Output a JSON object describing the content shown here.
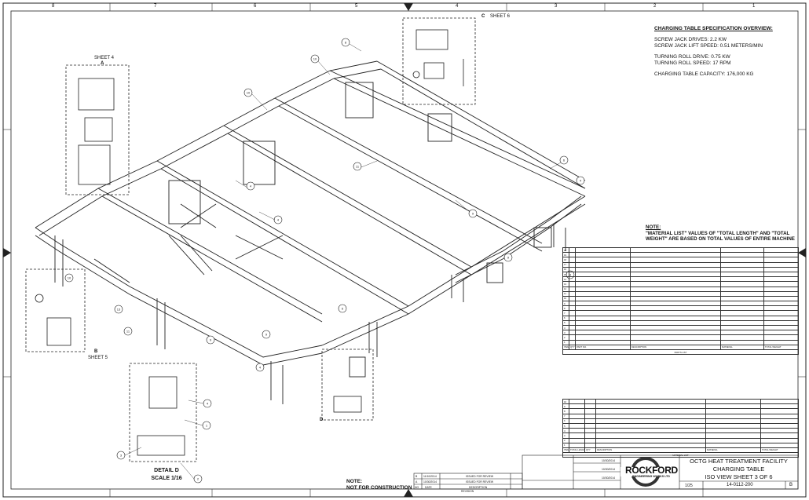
{
  "spec": {
    "title": "CHARGING TABLE SPECIFICATION OVERVIEW:",
    "lines": [
      "SCREW JACK DRIVES: 2.2 KW",
      "SCREW JACK LIFT SPEED: 0.51 METERS/MIN",
      "",
      "TURNING ROLL DRIVE: 0.75 KW",
      "TURNING ROLL SPEED: 17 RPM",
      "",
      "CHARGING TABLE CAPACITY: 176,000 KG"
    ]
  },
  "note": {
    "heading": "NOTE:",
    "text": "\"MATERIAL LIST\" VALUES OF \"TOTAL LENGTH\" AND \"TOTAL WEIGHT\" ARE BASED ON TOTAL VALUES OF ENTIRE MACHINE"
  },
  "labels": {
    "sheet4": "SHEET 4",
    "sheet5": "SHEET 5",
    "sheet6": "SHEET 6",
    "a": "A",
    "b": "B",
    "c": "C",
    "d": "D",
    "detail": "DETAIL  D",
    "scale": "SCALE 1/16",
    "nfc_head": "NOTE:",
    "nfc_text": "NOT FOR CONSTRUCTION"
  },
  "parts_list": {
    "title": "PARTS LIST",
    "headers": [
      "ITEM",
      "QTY",
      "PART NO.",
      "DESCRIPTION",
      "MATERIAL",
      "TOTAL WEIGHT"
    ],
    "row_numbers": [
      "20",
      "19",
      "18",
      "17",
      "16",
      "15",
      "14",
      "13",
      "12",
      "11",
      "10",
      "9",
      "8",
      "7",
      "6",
      "5",
      "4",
      "3",
      "2",
      "1"
    ]
  },
  "material_list": {
    "title": "MATERIAL LIST",
    "headers": [
      "ITEM",
      "TOTAL LENGTH",
      "QTY",
      "DESCRIPTION",
      "MATERIAL",
      "TOTAL WEIGHT"
    ],
    "row_numbers": [
      "10",
      "9",
      "8",
      "7",
      "6",
      "5",
      "4",
      "3",
      "2",
      "1"
    ]
  },
  "revisions": {
    "rows": [
      {
        "rev": "B",
        "date": "11/10/2014",
        "desc": "ISSUED FOR REVIEW"
      },
      {
        "rev": "A",
        "date": "10/30/2014",
        "desc": "ISSUED FOR REVIEW"
      },
      {
        "rev": "NO",
        "date": "DATE",
        "desc": "DESCRIPTION"
      }
    ],
    "footer": "REVISION"
  },
  "title_block": {
    "dates": [
      "10/30/2014",
      "10/30/2014",
      "10/30/2014"
    ],
    "company_main": "ROCKFORD",
    "company_sub": "ENGINEERING WORKS LTD",
    "project": "OCTG HEAT TREATMENT FACILITY",
    "drawing": "CHARGING TABLE",
    "view": "ISO VIEW SHEET 3 OF 6",
    "scale": "1/25",
    "number": "14-0112-200",
    "rev": "B"
  },
  "balloons": [
    "10",
    "9",
    "8",
    "7",
    "6",
    "5",
    "4",
    "3",
    "2",
    "1",
    "11",
    "13"
  ],
  "zone_numbers": [
    "8",
    "7",
    "6",
    "5",
    "4",
    "3",
    "2",
    "1"
  ]
}
